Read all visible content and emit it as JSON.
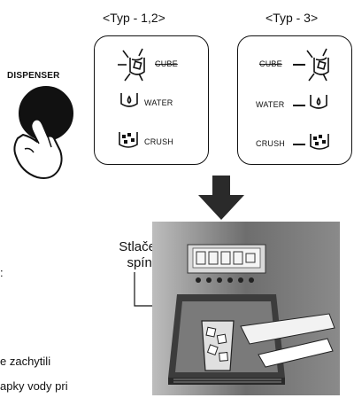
{
  "types": {
    "left_title": "<Typ - 1,2>",
    "right_title": "<Typ - 3>"
  },
  "dispenser": {
    "label": "DISPENSER"
  },
  "options": {
    "cube": "CUBE",
    "water": "WATER",
    "crush": "CRUSH"
  },
  "illustration": {
    "press_label_line1": "Stlačenie",
    "press_label_line2": "spínača"
  },
  "cut_text": {
    "colon": ":",
    "line1": "e zachytili",
    "line2": "apky vody pri"
  }
}
